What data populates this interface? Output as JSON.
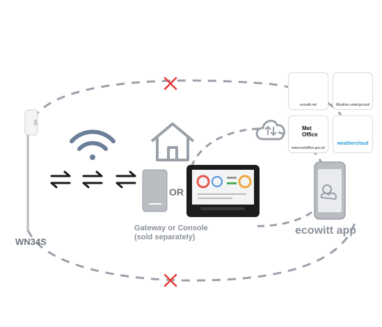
{
  "sensor": {
    "label": "WN34S"
  },
  "gateway": {
    "or_text": "OR",
    "caption_line1": "Gateway or Console",
    "caption_line2": "(sold separately)"
  },
  "app": {
    "label": "ecowitt app"
  },
  "services": [
    {
      "name": "ecowitt",
      "caption": "ecowitt.net"
    },
    {
      "name": "wunderground",
      "caption": "Weather underground"
    },
    {
      "name": "metoffice",
      "caption": "www.metoffice.gov.uk",
      "logo_text": "Met Office"
    },
    {
      "name": "weathercloud",
      "caption": "",
      "logo_text": "weathercloud"
    }
  ],
  "colors": {
    "dash": "#9aa0a8",
    "cross": "#e53935",
    "icon_gray": "#9aa0a8",
    "wifi_blue": "#6b7f99",
    "console_dark": "#1c1c1e"
  }
}
